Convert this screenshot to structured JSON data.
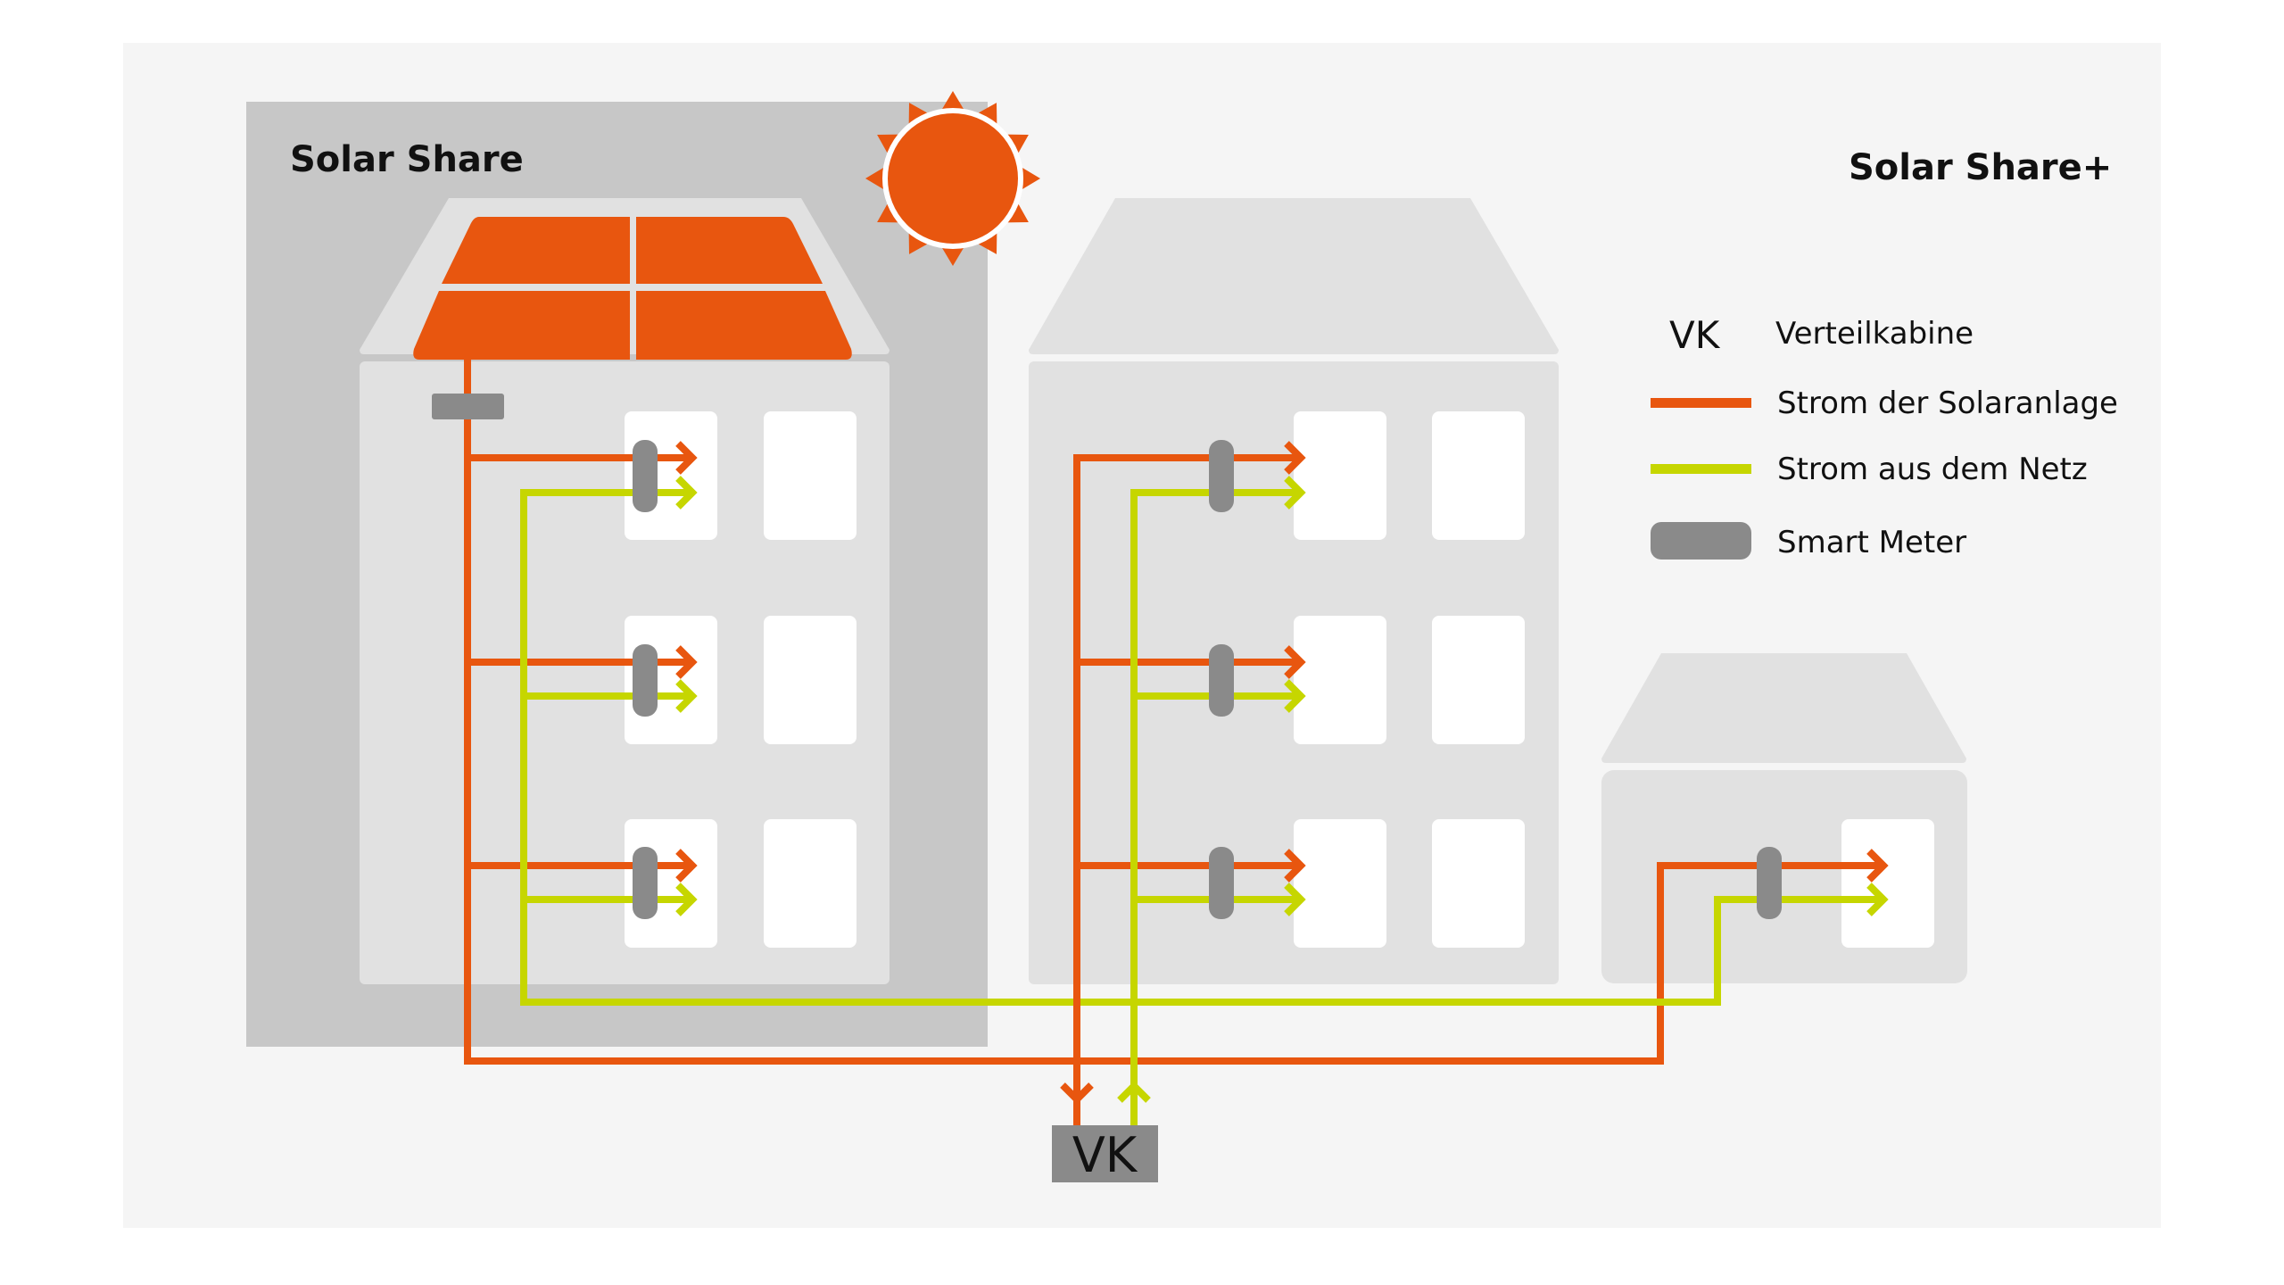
{
  "colors": {
    "solar": "#E8560F",
    "grid": "#C6D600",
    "meter": "#8A8A8A",
    "building": "#E1E1E1",
    "window": "#FFFFFF",
    "panel_bg": "#F5F5F5",
    "share_bg": "#C7C7C7"
  },
  "titles": {
    "solar_share": "Solar Share",
    "solar_share_plus": "Solar Share+"
  },
  "vk_box": {
    "label": "VK"
  },
  "legend": {
    "items": [
      {
        "symbol": "text",
        "symbol_text": "VK",
        "label": "Verteilkabine"
      },
      {
        "symbol": "orange-line",
        "label": "Strom der Solaranlage"
      },
      {
        "symbol": "green-line",
        "label": "Strom aus dem Netz"
      },
      {
        "symbol": "meter",
        "label": "Smart Meter"
      }
    ]
  },
  "buildings": [
    {
      "name": "Solar Share building",
      "has_solar_panels": true,
      "floors": 3,
      "units_with_meters": 3
    },
    {
      "name": "Neighbor building",
      "has_solar_panels": false,
      "floors": 3,
      "units_with_meters": 3
    },
    {
      "name": "Small building",
      "has_solar_panels": false,
      "floors": 1,
      "units_with_meters": 1
    }
  ]
}
